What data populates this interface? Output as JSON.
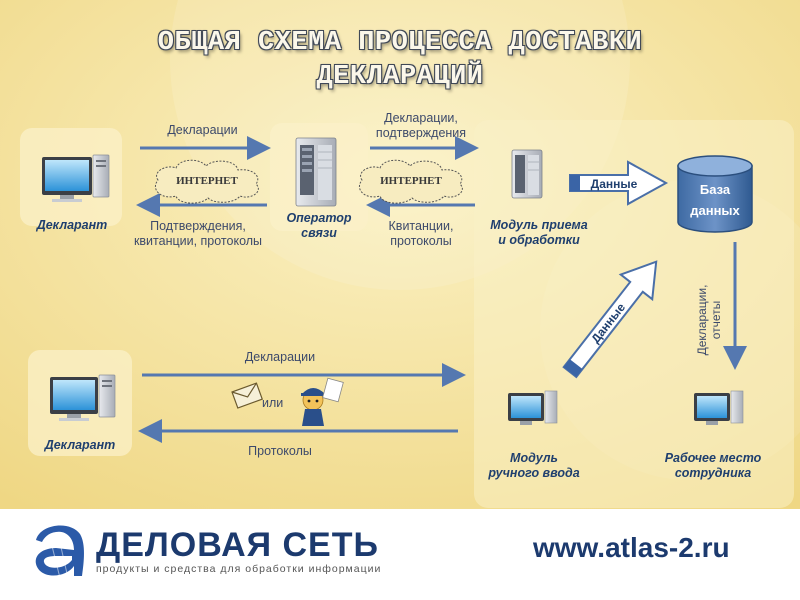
{
  "title": {
    "line1": "ОБЩАЯ СХЕМА ПРОЦЕССА ДОСТАВКИ",
    "line2": "ДЕКЛАРАЦИЙ"
  },
  "nodes": {
    "declarant_top": "Декларант",
    "operator_line1": "Оператор",
    "operator_line2": "связи",
    "receiver_line1": "Модуль приема",
    "receiver_line2": "и обработки",
    "database_line1": "База",
    "database_line2": "данных",
    "declarant_bottom": "Декларант",
    "manual_line1": "Модуль",
    "manual_line2": "ручного ввода",
    "workplace_line1": "Рабочее место",
    "workplace_line2": "сотрудника"
  },
  "edges": {
    "top_left_forward": "Декларации",
    "top_left_back_line1": "Подтверждения,",
    "top_left_back_line2": "квитанции, протоколы",
    "top_right_forward_line1": "Декларации,",
    "top_right_forward_line2": "подтверждения",
    "top_right_back_line1": "Квитанции,",
    "top_right_back_line2": "протоколы",
    "data_to_db": "Данные",
    "data_from_manual": "Данные",
    "db_to_workplace_line1": "Декларации,",
    "db_to_workplace_line2": "отчеты",
    "bottom_forward": "Декларации",
    "bottom_back": "Протоколы",
    "or_label": "или"
  },
  "clouds": {
    "left": "ИНТЕРНЕТ",
    "right": "ИНТЕРНЕТ"
  },
  "footer": {
    "brand_name": "ДЕЛОВАЯ СЕТЬ",
    "brand_tagline": "продукты и средства для обработки информации",
    "url": "www.atlas-2.ru"
  },
  "colors": {
    "background": "#f5e6a8",
    "arrow": "#5578b0",
    "text_dark_blue": "#1f3f6e",
    "footer_bg": "#ffffff"
  }
}
